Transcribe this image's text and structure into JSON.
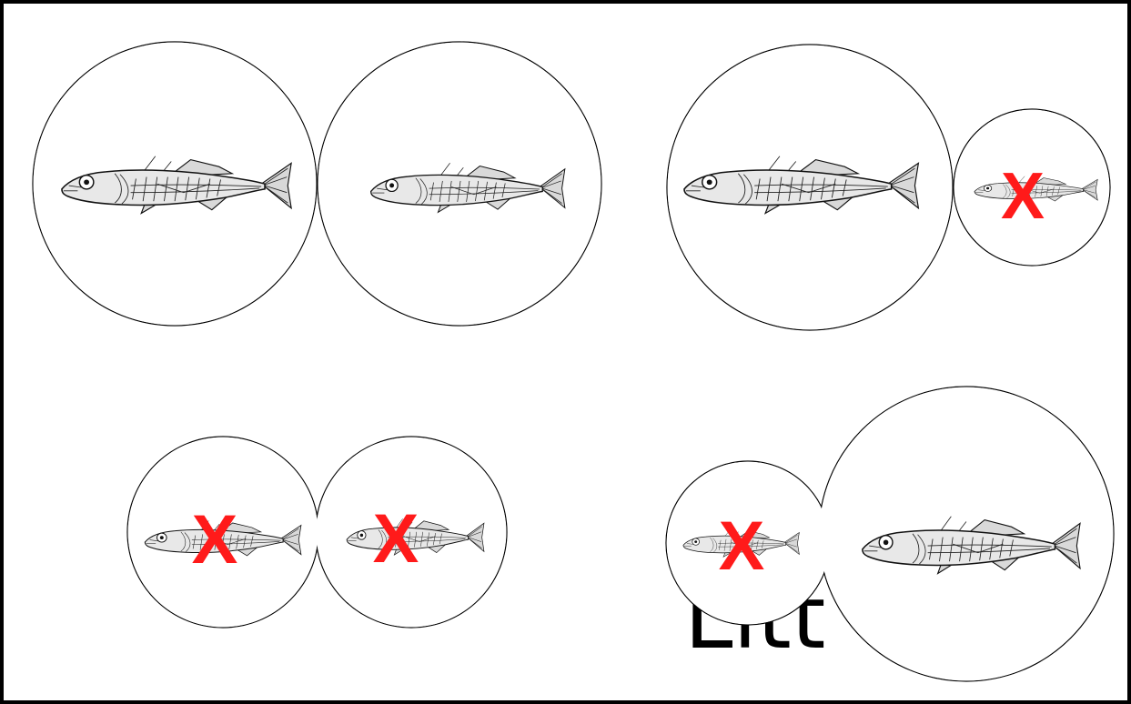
{
  "panels": [
    {
      "id": "top-left",
      "left_fish": "large",
      "right_fish": "large",
      "crossed": []
    },
    {
      "id": "top-right",
      "left_fish": "large",
      "right_fish": "small",
      "crossed": [
        "right"
      ]
    },
    {
      "id": "bottom-left",
      "left_fish": "medium",
      "right_fish": "medium",
      "crossed": [
        "left",
        "right"
      ]
    },
    {
      "id": "bottom-right",
      "left_fish": "small",
      "right_fish": "large",
      "crossed": [
        "left"
      ]
    }
  ],
  "cross_mark": "X",
  "cross_color": "#ff1a1a",
  "partial_text": "Litt"
}
